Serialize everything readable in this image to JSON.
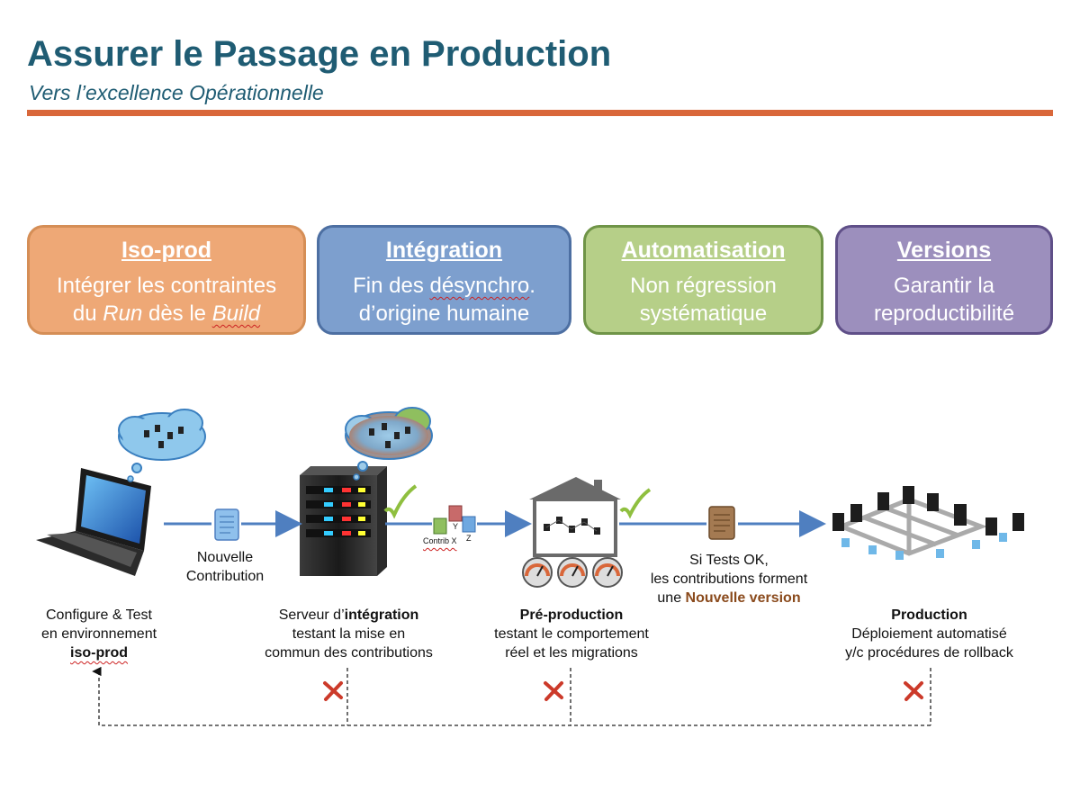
{
  "header": {
    "title": "Assurer le Passage en Production",
    "subtitle": "Vers l’excellence Opérationnelle"
  },
  "pillars": [
    {
      "title": "Iso-prod",
      "line1": "Intégrer les contraintes",
      "line2_a": "du ",
      "line2_b": "Run",
      "line2_c": " dès le ",
      "line2_d": "Build"
    },
    {
      "title": "Intégration",
      "line1_a": "Fin des ",
      "line1_b": "désynchro",
      "line1_c": ".",
      "line2": "d’origine humaine"
    },
    {
      "title": "Automatisation",
      "line1": "Non régression",
      "line2": "systématique"
    },
    {
      "title": "Versions",
      "line1": "Garantir la",
      "line2": "reproductibilité"
    }
  ],
  "flow": {
    "contribution_label_1": "Nouvelle",
    "contribution_label_2": "Contribution",
    "contrib_x": "Contrib X",
    "contrib_y": "Y",
    "contrib_z": "Z",
    "version_label_1": "Si Tests OK,",
    "version_label_2": "les contributions forment",
    "version_label_3a": "une ",
    "version_label_3b": "Nouvelle version"
  },
  "stages": [
    {
      "line1": "Configure & Test",
      "line2": "en environnement",
      "line3": "iso-prod"
    },
    {
      "line1_a": "Serveur d’",
      "line1_b": "intégration",
      "line2": "testant la mise en",
      "line3": "commun des contributions"
    },
    {
      "line1": "Pré-production",
      "line2": "testant le comportement",
      "line3": "réel et les migrations"
    },
    {
      "line1": "Production",
      "line2": "Déploiement automatisé",
      "line3": "y/c procédures de rollback"
    }
  ],
  "colors": {
    "title": "#1f5c73",
    "accent_rule": "#d9673a",
    "isoprod": "#eea876",
    "integration": "#7d9fce",
    "automatisation": "#b6cf88",
    "versions": "#9c8fbd",
    "check": "#8fbf3f",
    "fail": "#cc3a2a"
  }
}
